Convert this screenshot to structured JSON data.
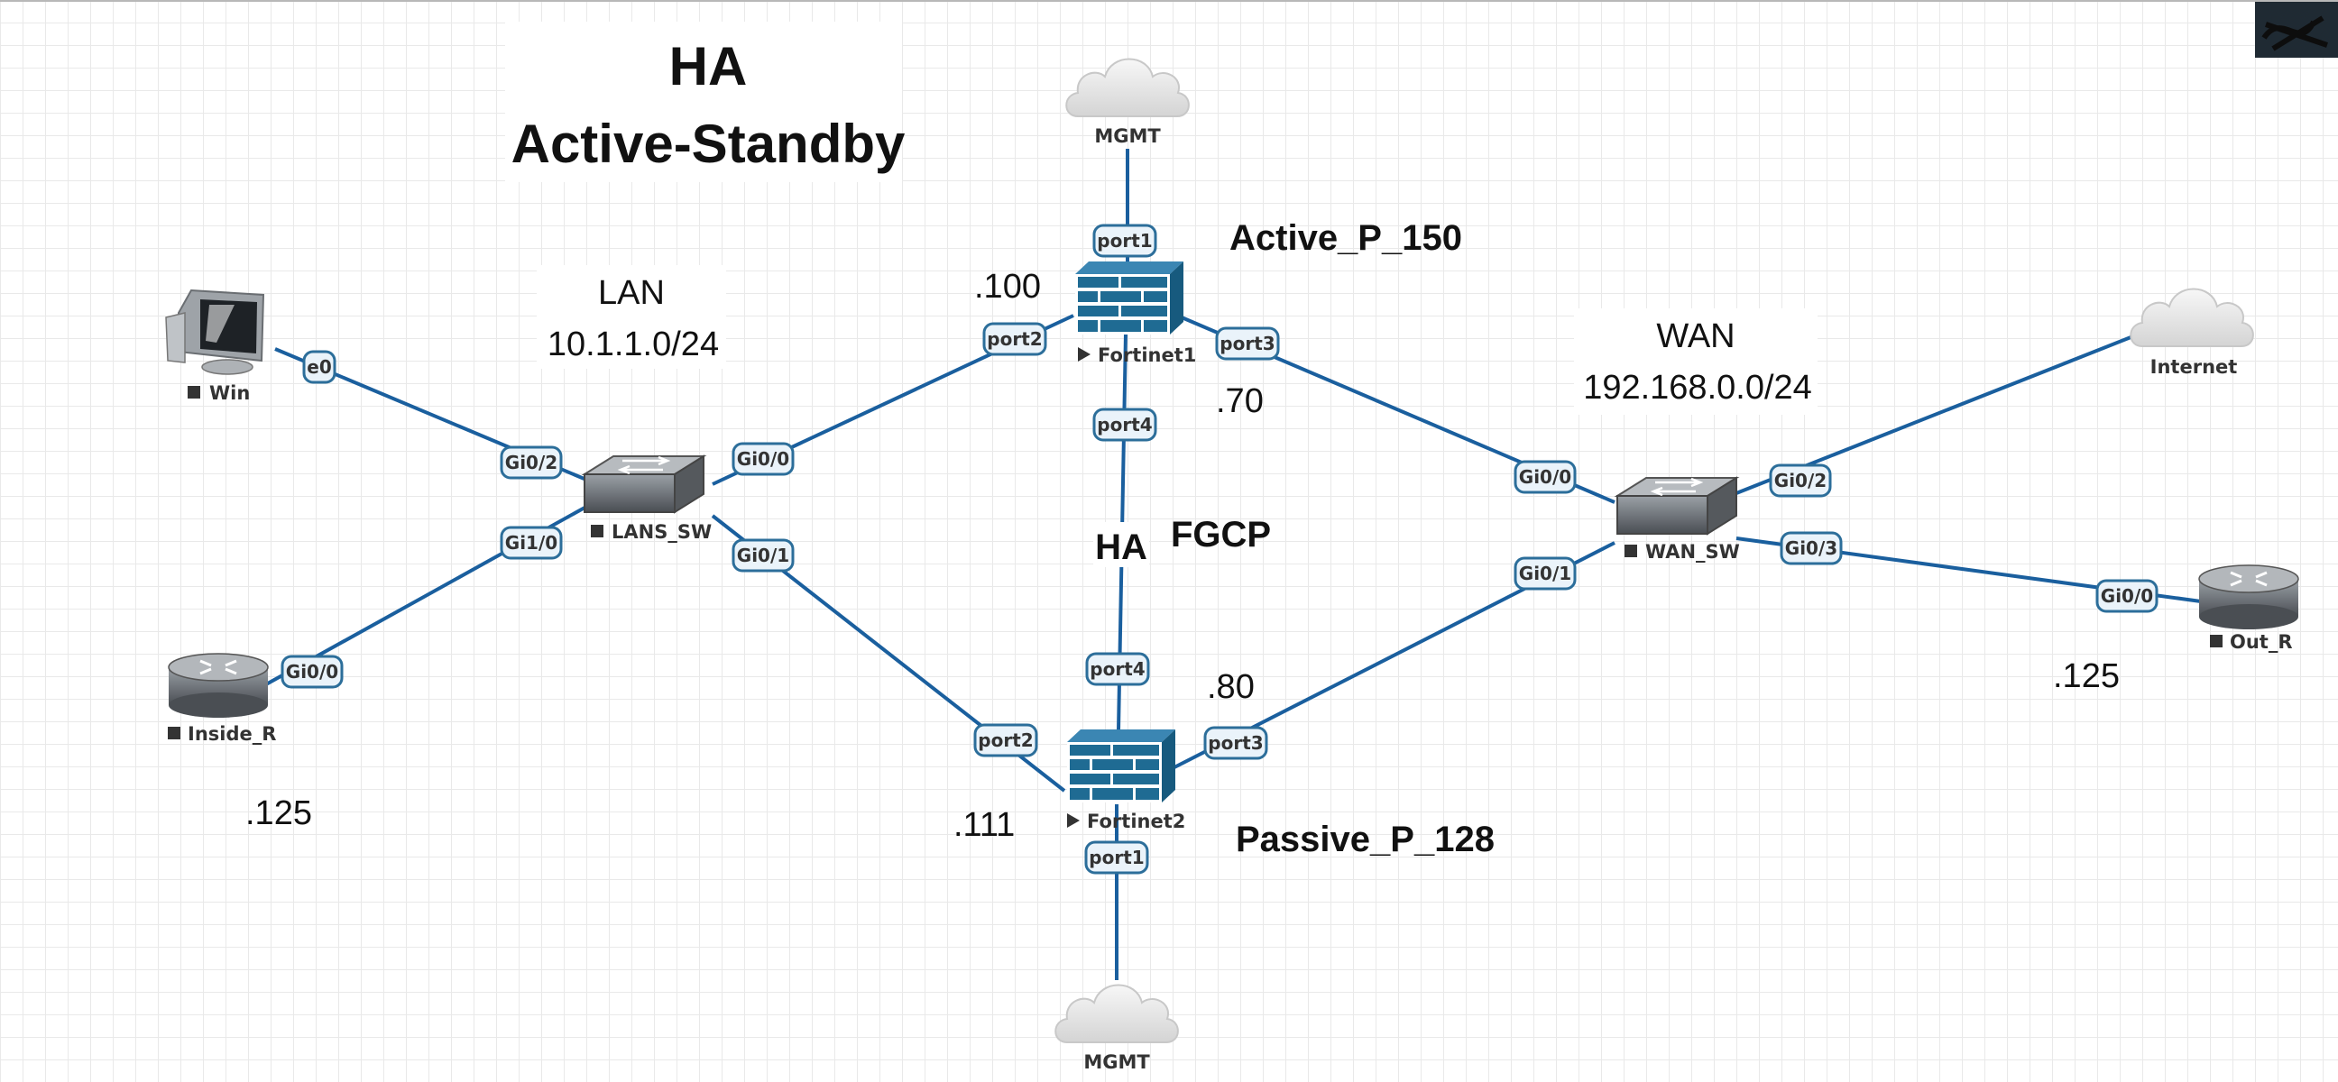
{
  "title": {
    "line1": "HA",
    "line2": "Active-Standby"
  },
  "segments": {
    "lan": {
      "name": "LAN",
      "subnet": "10.1.1.0/24"
    },
    "wan": {
      "name": "WAN",
      "subnet": "192.168.0.0/24"
    }
  },
  "nodes": {
    "win": "Win",
    "lans_sw": "LANS_SW",
    "inside_r": "Inside_R",
    "fortinet1": "Fortinet1",
    "fortinet2": "Fortinet2",
    "wan_sw": "WAN_SW",
    "out_r": "Out_R",
    "mgmt_top": "MGMT",
    "mgmt_bottom": "MGMT",
    "internet": "Internet"
  },
  "ports": {
    "win_e0": "e0",
    "lans_gi02": "Gi0/2",
    "lans_gi10": "Gi1/0",
    "lans_gi00": "Gi0/0",
    "lans_gi01": "Gi0/1",
    "inside_gi00": "Gi0/0",
    "fw1_port1": "port1",
    "fw1_port2": "port2",
    "fw1_port3": "port3",
    "fw1_port4": "port4",
    "fw2_port1": "port1",
    "fw2_port2": "port2",
    "fw2_port3": "port3",
    "fw2_port4": "port4",
    "wan_gi00": "Gi0/0",
    "wan_gi01": "Gi0/1",
    "wan_gi02": "Gi0/2",
    "wan_gi03": "Gi0/3",
    "outr_gi00": "Gi0/0"
  },
  "annotations": {
    "active_role": "Active_P_150",
    "passive_role": "Passive_P_128",
    "ha": "HA",
    "fgcp": "FGCP",
    "ip_fw1_lan": ".100",
    "ip_fw1_wan": ".70",
    "ip_fw2_lan": ".111",
    "ip_fw2_wan": ".80",
    "ip_inside_r": ".125",
    "ip_out_r": ".125"
  },
  "colors": {
    "link": "#1a5f9e",
    "port_border": "#2c6e9a",
    "firewall": "#1f6b93",
    "device_gray": "#5f6368",
    "cloud": "#e6e6e6",
    "grid": "#e9e9e9"
  }
}
